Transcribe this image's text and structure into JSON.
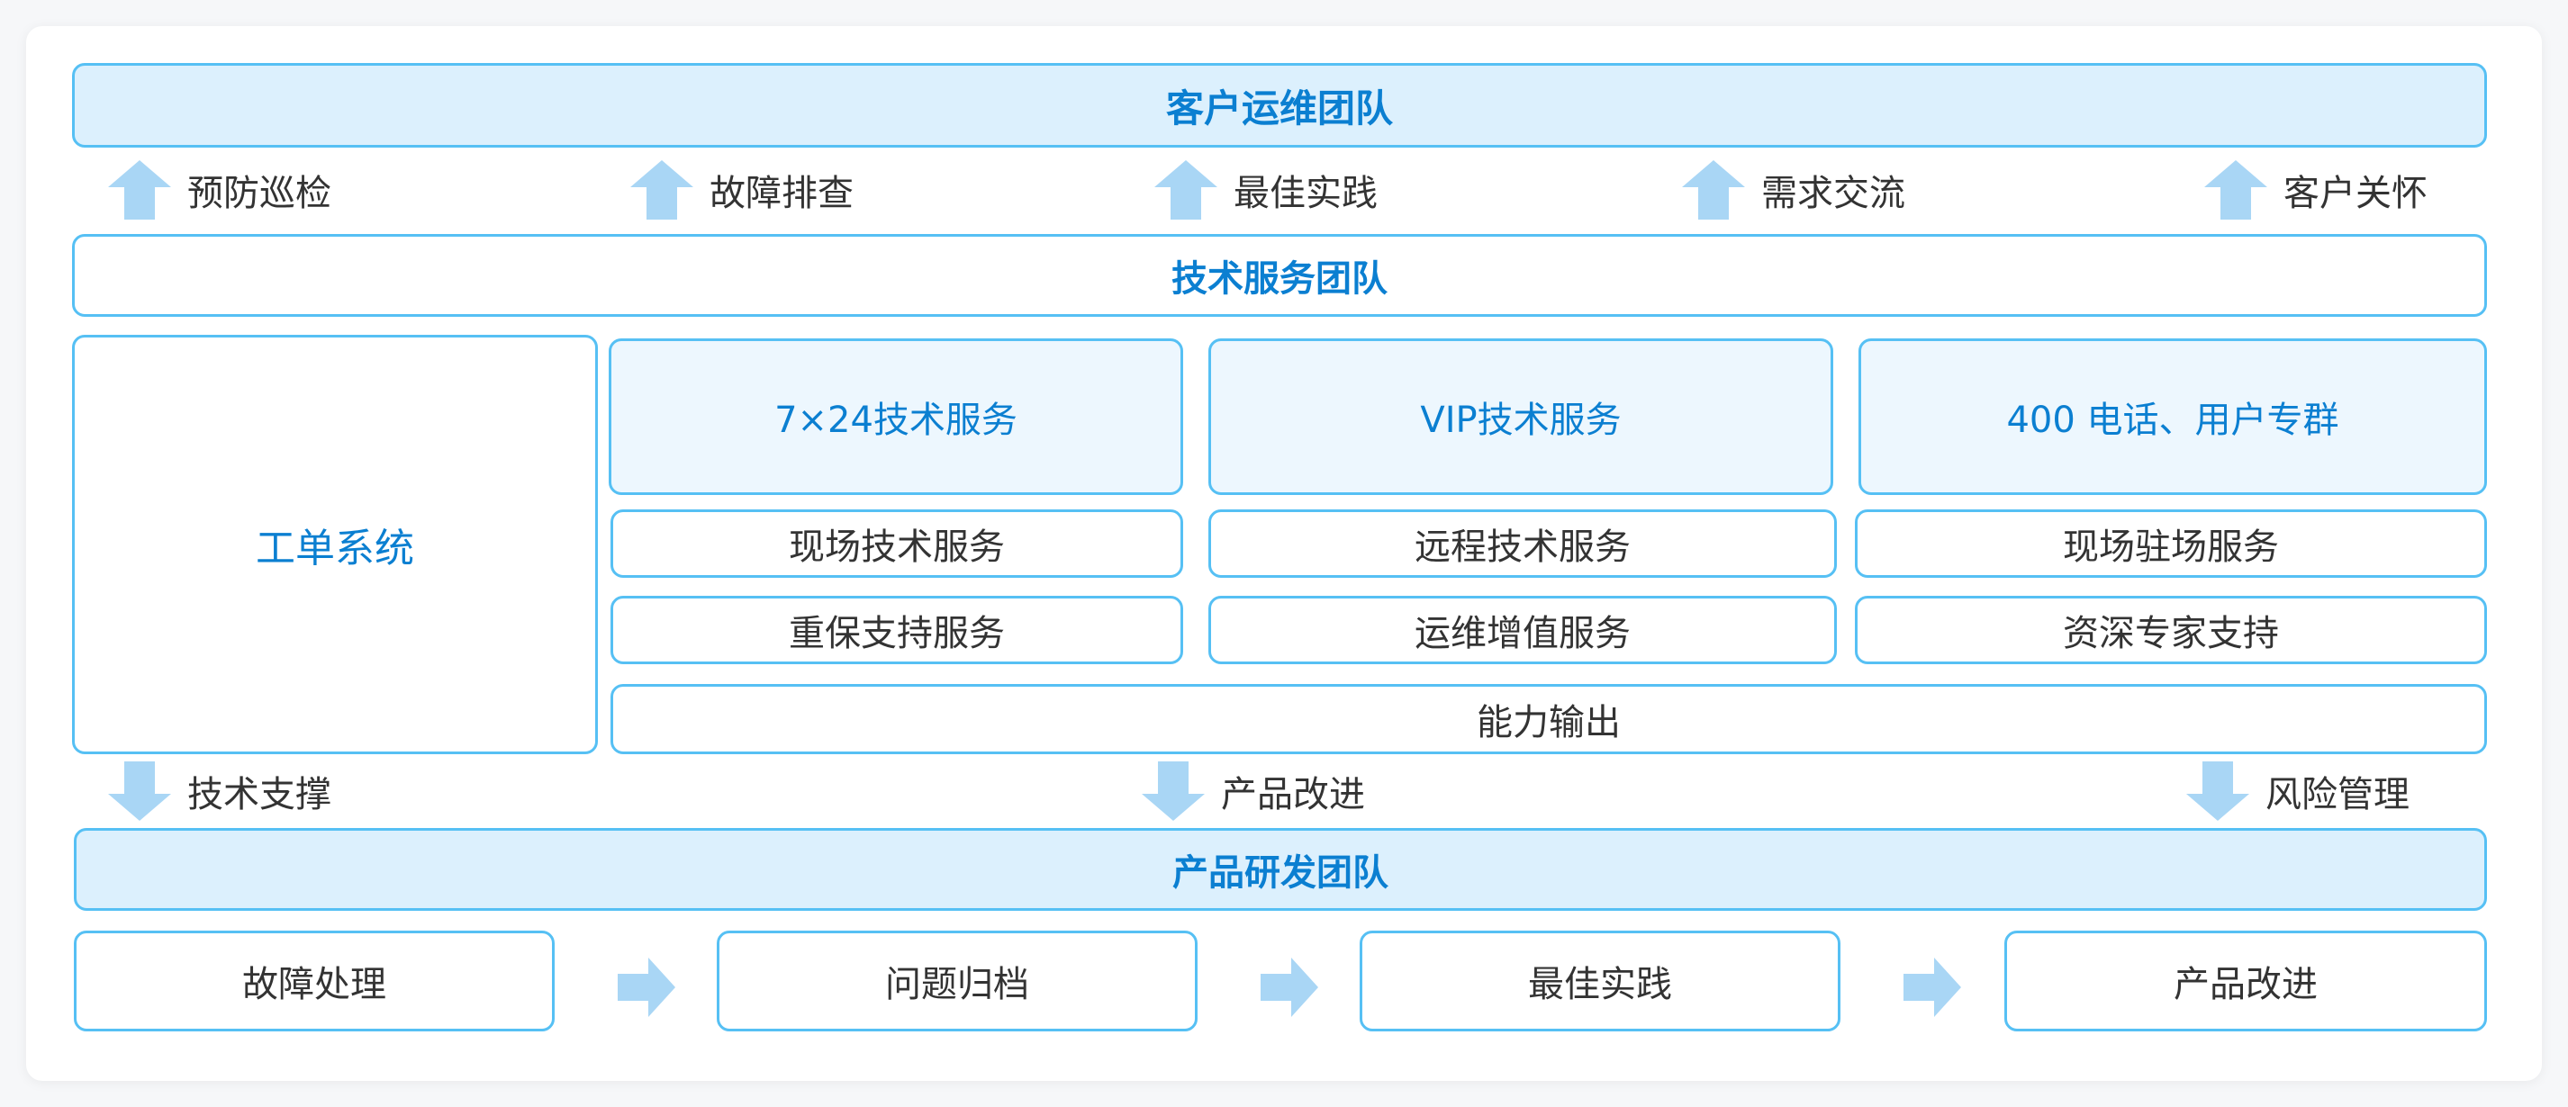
{
  "colors": {
    "border": "#56c0f4",
    "band_fill": "#dcf0fd",
    "highlight_fill": "#edf7fe",
    "title_text": "#0b7fd1",
    "arrow": "#a9d6f5",
    "body_text": "#333333"
  },
  "customer_team": {
    "title": "客户运维团队"
  },
  "up_arrows": [
    {
      "label": "预防巡检",
      "icon": "arrow-up-icon"
    },
    {
      "label": "故障排查",
      "icon": "arrow-up-icon"
    },
    {
      "label": "最佳实践",
      "icon": "arrow-up-icon"
    },
    {
      "label": "需求交流",
      "icon": "arrow-up-icon"
    },
    {
      "label": "客户关怀",
      "icon": "arrow-up-icon"
    }
  ],
  "tech_team": {
    "title": "技术服务团队"
  },
  "ticket_system": {
    "label": "工单系统"
  },
  "service_columns": [
    {
      "header": "7×24技术服务",
      "items": [
        "现场技术服务",
        "重保支持服务"
      ]
    },
    {
      "header": "VIP技术服务",
      "items": [
        "远程技术服务",
        "运维增值服务"
      ]
    },
    {
      "header": "400 电话、用户专群",
      "items": [
        "现场驻场服务",
        "资深专家支持"
      ]
    }
  ],
  "capability_output": "能力输出",
  "down_arrows": [
    {
      "label": "技术支撑",
      "icon": "arrow-down-icon"
    },
    {
      "label": "产品改进",
      "icon": "arrow-down-icon"
    },
    {
      "label": "风险管理",
      "icon": "arrow-down-icon"
    }
  ],
  "rd_team": {
    "title": "产品研发团队"
  },
  "flow_steps": [
    "故障处理",
    "问题归档",
    "最佳实践",
    "产品改进"
  ]
}
